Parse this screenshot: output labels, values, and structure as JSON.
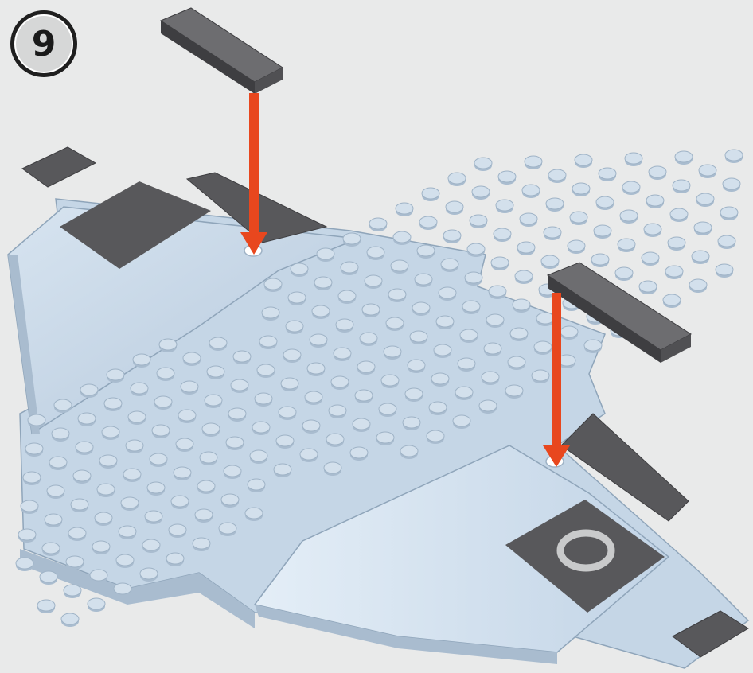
{
  "step": {
    "number": "9"
  },
  "colors": {
    "background": "#e9eaea",
    "light_blue": "#c5d6e6",
    "light_blue_shade": "#a9bccf",
    "dark_gray": "#58585b",
    "dark_gray_shade": "#3e3e41",
    "arrow": "#e8471e",
    "emblem_ring": "#c9cacb"
  },
  "parts": {
    "left_tile": {
      "name": "dark-gray-1x4-tile"
    },
    "right_tile": {
      "name": "dark-gray-1x4-tile"
    }
  }
}
